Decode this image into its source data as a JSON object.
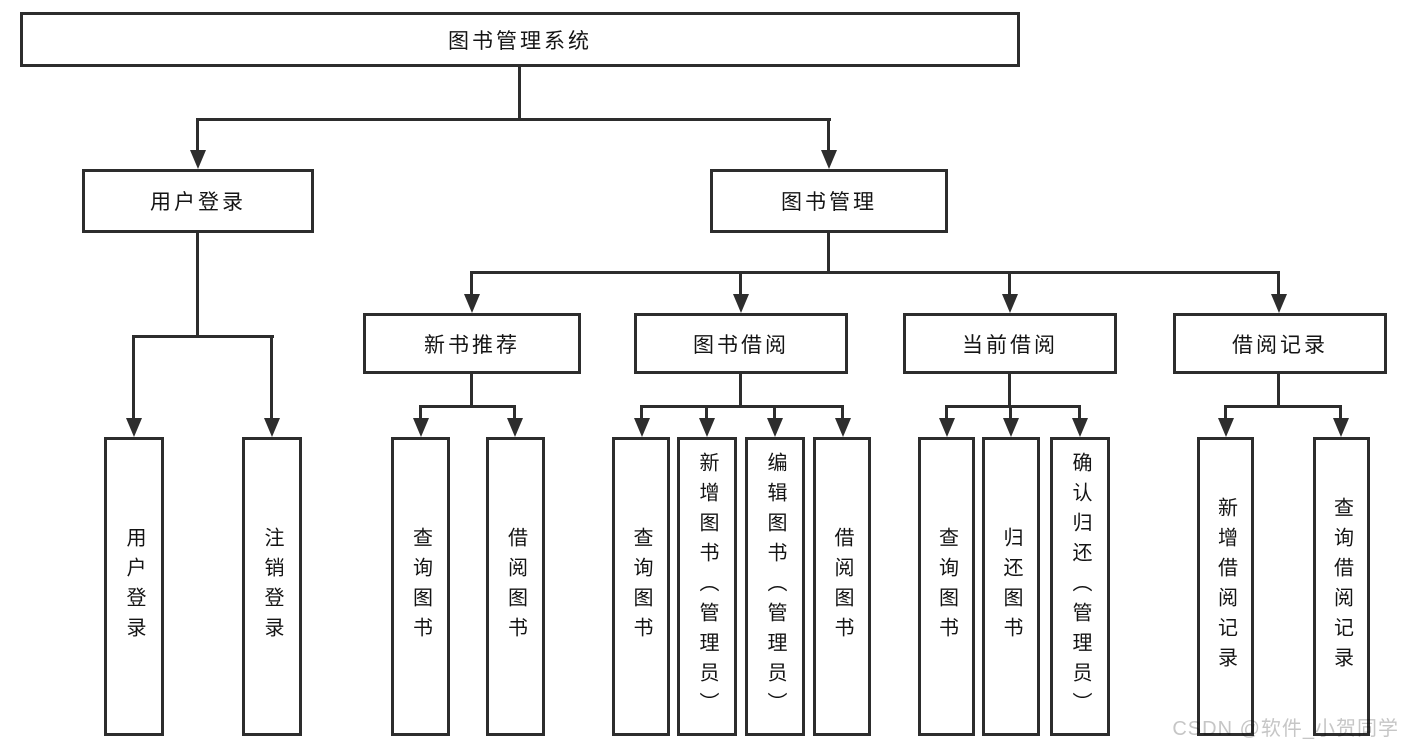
{
  "colors": {
    "line": "#2d2d2d",
    "text": "#141414",
    "watermark": "#c6c6c6",
    "background": "#ffffff"
  },
  "tree": {
    "root": {
      "label": "图书管理系统"
    },
    "branches": [
      {
        "label": "用户登录",
        "children": [
          "用户登录",
          "注销登录"
        ]
      },
      {
        "label": "图书管理",
        "children": [
          {
            "label": "新书推荐",
            "children": [
              "查询图书",
              "借阅图书"
            ]
          },
          {
            "label": "图书借阅",
            "children": [
              "查询图书",
              "新增图书（管理员）",
              "编辑图书（管理员）",
              "借阅图书"
            ]
          },
          {
            "label": "当前借阅",
            "children": [
              "查询图书",
              "归还图书",
              "确认归还（管理员）"
            ]
          },
          {
            "label": "借阅记录",
            "children": [
              "新增借阅记录",
              "查询借阅记录"
            ]
          }
        ]
      }
    ]
  },
  "watermark": "CSDN @软件_小贺同学"
}
